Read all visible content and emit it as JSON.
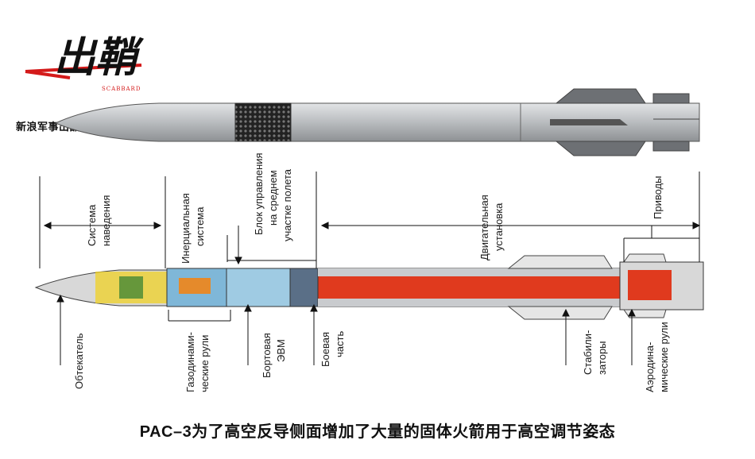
{
  "watermark": {
    "logo_text": "出鞘",
    "logo_subtext": "SCABBARD",
    "brand_line": "新浪军事出品 每日一期"
  },
  "labels": {
    "sistema_1": "Система",
    "sistema_2": "наведения",
    "inercial_1": "Инерциальная",
    "inercial_2": "система",
    "blok_1": "Блок управления",
    "blok_2": "на среднем",
    "blok_3": "участке полета",
    "dvig_1": "Двигательная",
    "dvig_2": "установка",
    "privody": "Приводы",
    "obtekatel": "Обтекатель",
    "gazo_1": "Газодинами-",
    "gazo_2": "ческие рули",
    "bort_1": "Бортовая",
    "bort_2": "ЭВМ",
    "boev_1": "Боевая",
    "boev_2": "часть",
    "stab_1": "Стабили-",
    "stab_2": "заторы",
    "aero_1": "Аэродина-",
    "aero_2": "мические рули"
  },
  "caption": "PAC–3为了高空反导侧面增加了大量的固体火箭用于高空调节姿态",
  "colors": {
    "motor_red": "#e03a1e",
    "body_gray": "#b9bcbf",
    "guidance_yellow": "#f2d21a",
    "electronics_blue": "#7fb7d8",
    "logo_red": "#d41a1a"
  }
}
